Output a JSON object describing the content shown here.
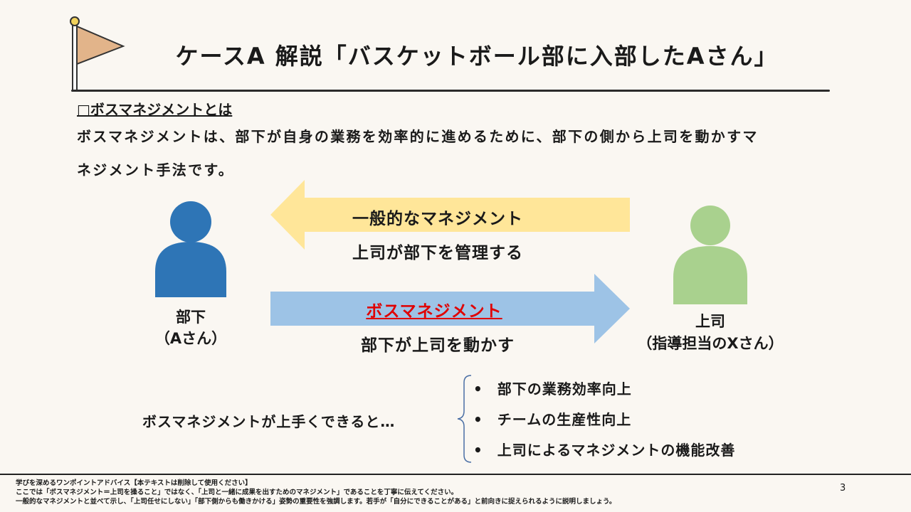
{
  "title": "ケースA 解説「バスケットボール部に入部したAさん」",
  "section": {
    "heading": "□ボスマネジメントとは",
    "body_line1": "ボスマネジメントは、部下が自身の業務を効率的に進めるために、部下の側から上司を動かすマ",
    "body_line2": "ネジメント手法です。"
  },
  "diagram": {
    "left_person": {
      "name": "部下",
      "sub": "（Aさん）",
      "color": "#2e75b6"
    },
    "right_person": {
      "name": "上司",
      "sub": "（指導担当のXさん）",
      "color": "#a9d18e"
    },
    "top_arrow": {
      "label": "一般的なマネジメント",
      "caption": "上司が部下を管理する",
      "color": "#ffe699"
    },
    "bottom_arrow": {
      "label": "ボスマネジメント",
      "caption": "部下が上司を動かす",
      "color": "#9dc3e6",
      "label_color": "#e00000"
    }
  },
  "benefits": {
    "lead": "ボスマネジメントが上手くできると…",
    "items": [
      "部下の業務効率向上",
      "チームの生産性向上",
      "上司によるマネジメントの機能改善"
    ]
  },
  "footer": {
    "notes": [
      "学びを深めるワンポイントアドバイス【本テキストは削除して使用ください】",
      "ここでは「ボスマネジメント＝上司を操ること」ではなく、「上司と一緒に成果を出すためのマネジメント」であることを丁寧に伝えてください。",
      "一般的なマネジメントと並べて示し、「上司任せにしない」「部下側からも働きかける」姿勢の重要性を強調します。若手が「自分にできることがある」と前向きに捉えられるように説明しましょう。"
    ],
    "page_number": "3"
  }
}
